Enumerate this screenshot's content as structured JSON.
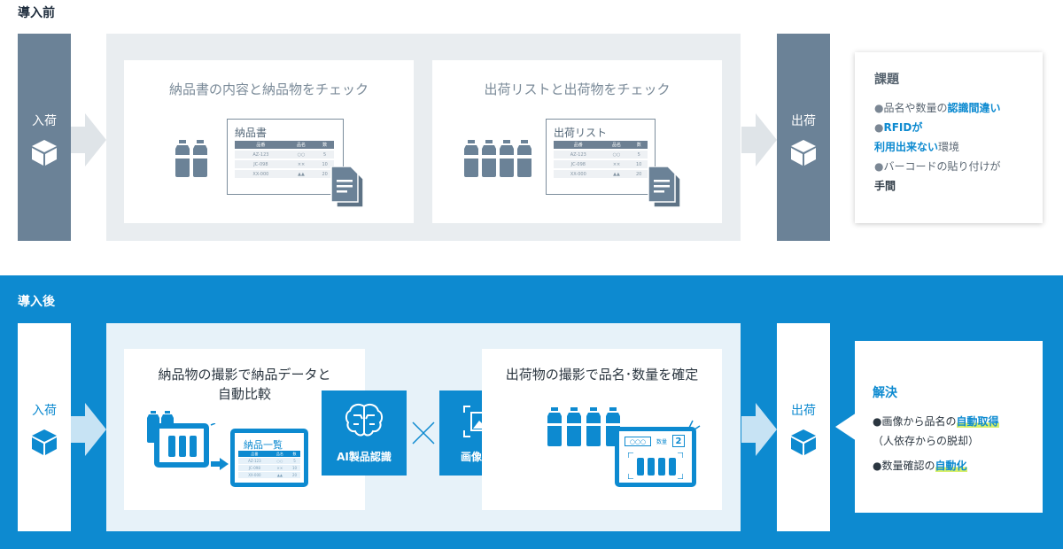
{
  "before": {
    "title": "導入前",
    "inbound": "入荷",
    "outbound": "出荷",
    "card1": {
      "title": "納品書の内容と納品物をチェック",
      "doc_title": "納品書",
      "headers": [
        "品番",
        "品名",
        "数"
      ],
      "rows": [
        [
          "AZ-123",
          "○○",
          "5"
        ],
        [
          "JC-098",
          "××",
          "10"
        ],
        [
          "XX-000",
          "▲▲",
          "20"
        ]
      ]
    },
    "card2": {
      "title": "出荷リストと出荷物をチェック",
      "doc_title": "出荷リスト",
      "headers": [
        "品番",
        "品名",
        "数"
      ],
      "rows": [
        [
          "AZ-123",
          "○○",
          "5"
        ],
        [
          "JC-098",
          "××",
          "10"
        ],
        [
          "XX-000",
          "▲▲",
          "20"
        ]
      ]
    },
    "issues": {
      "heading": "課題",
      "item1_pre": "品名や数量の",
      "item1_em": "認識間違い",
      "item2_em": "RFIDが",
      "item2_em2": "利用出来ない",
      "item2_post": "環境",
      "item3_pre": "バーコードの貼り付けが",
      "item3_em": "手間"
    }
  },
  "after": {
    "title": "導入後",
    "inbound": "入荷",
    "outbound": "出荷",
    "card1": {
      "title_line1": "納品物の撮影で納品データと",
      "title_line2": "自動比較",
      "tablet_title": "納品一覧",
      "headers": [
        "品番",
        "品名",
        "数"
      ],
      "rows": [
        [
          "AZ-123",
          "○○",
          "5"
        ],
        [
          "JC-098",
          "××",
          "10"
        ],
        [
          "XX-000",
          "▲▲",
          "20"
        ]
      ]
    },
    "ai_label": "AI製品認識",
    "image_label": "画像認識",
    "card2": {
      "title": "出荷物の撮影で品名･数量を確定",
      "screen_name": "○○○",
      "screen_count_label": "数量",
      "screen_count": "2"
    },
    "solution": {
      "heading": "解決",
      "item1_pre": "画像から品名の",
      "item1_em": "自動取得",
      "item1_sub": "（人依存からの脱却）",
      "item2_pre": "数量確認の",
      "item2_em": "自動化"
    }
  },
  "colors": {
    "before_gray": "#6b8297",
    "after_blue": "#0d8ad0",
    "highlight": "#d8f06a"
  }
}
